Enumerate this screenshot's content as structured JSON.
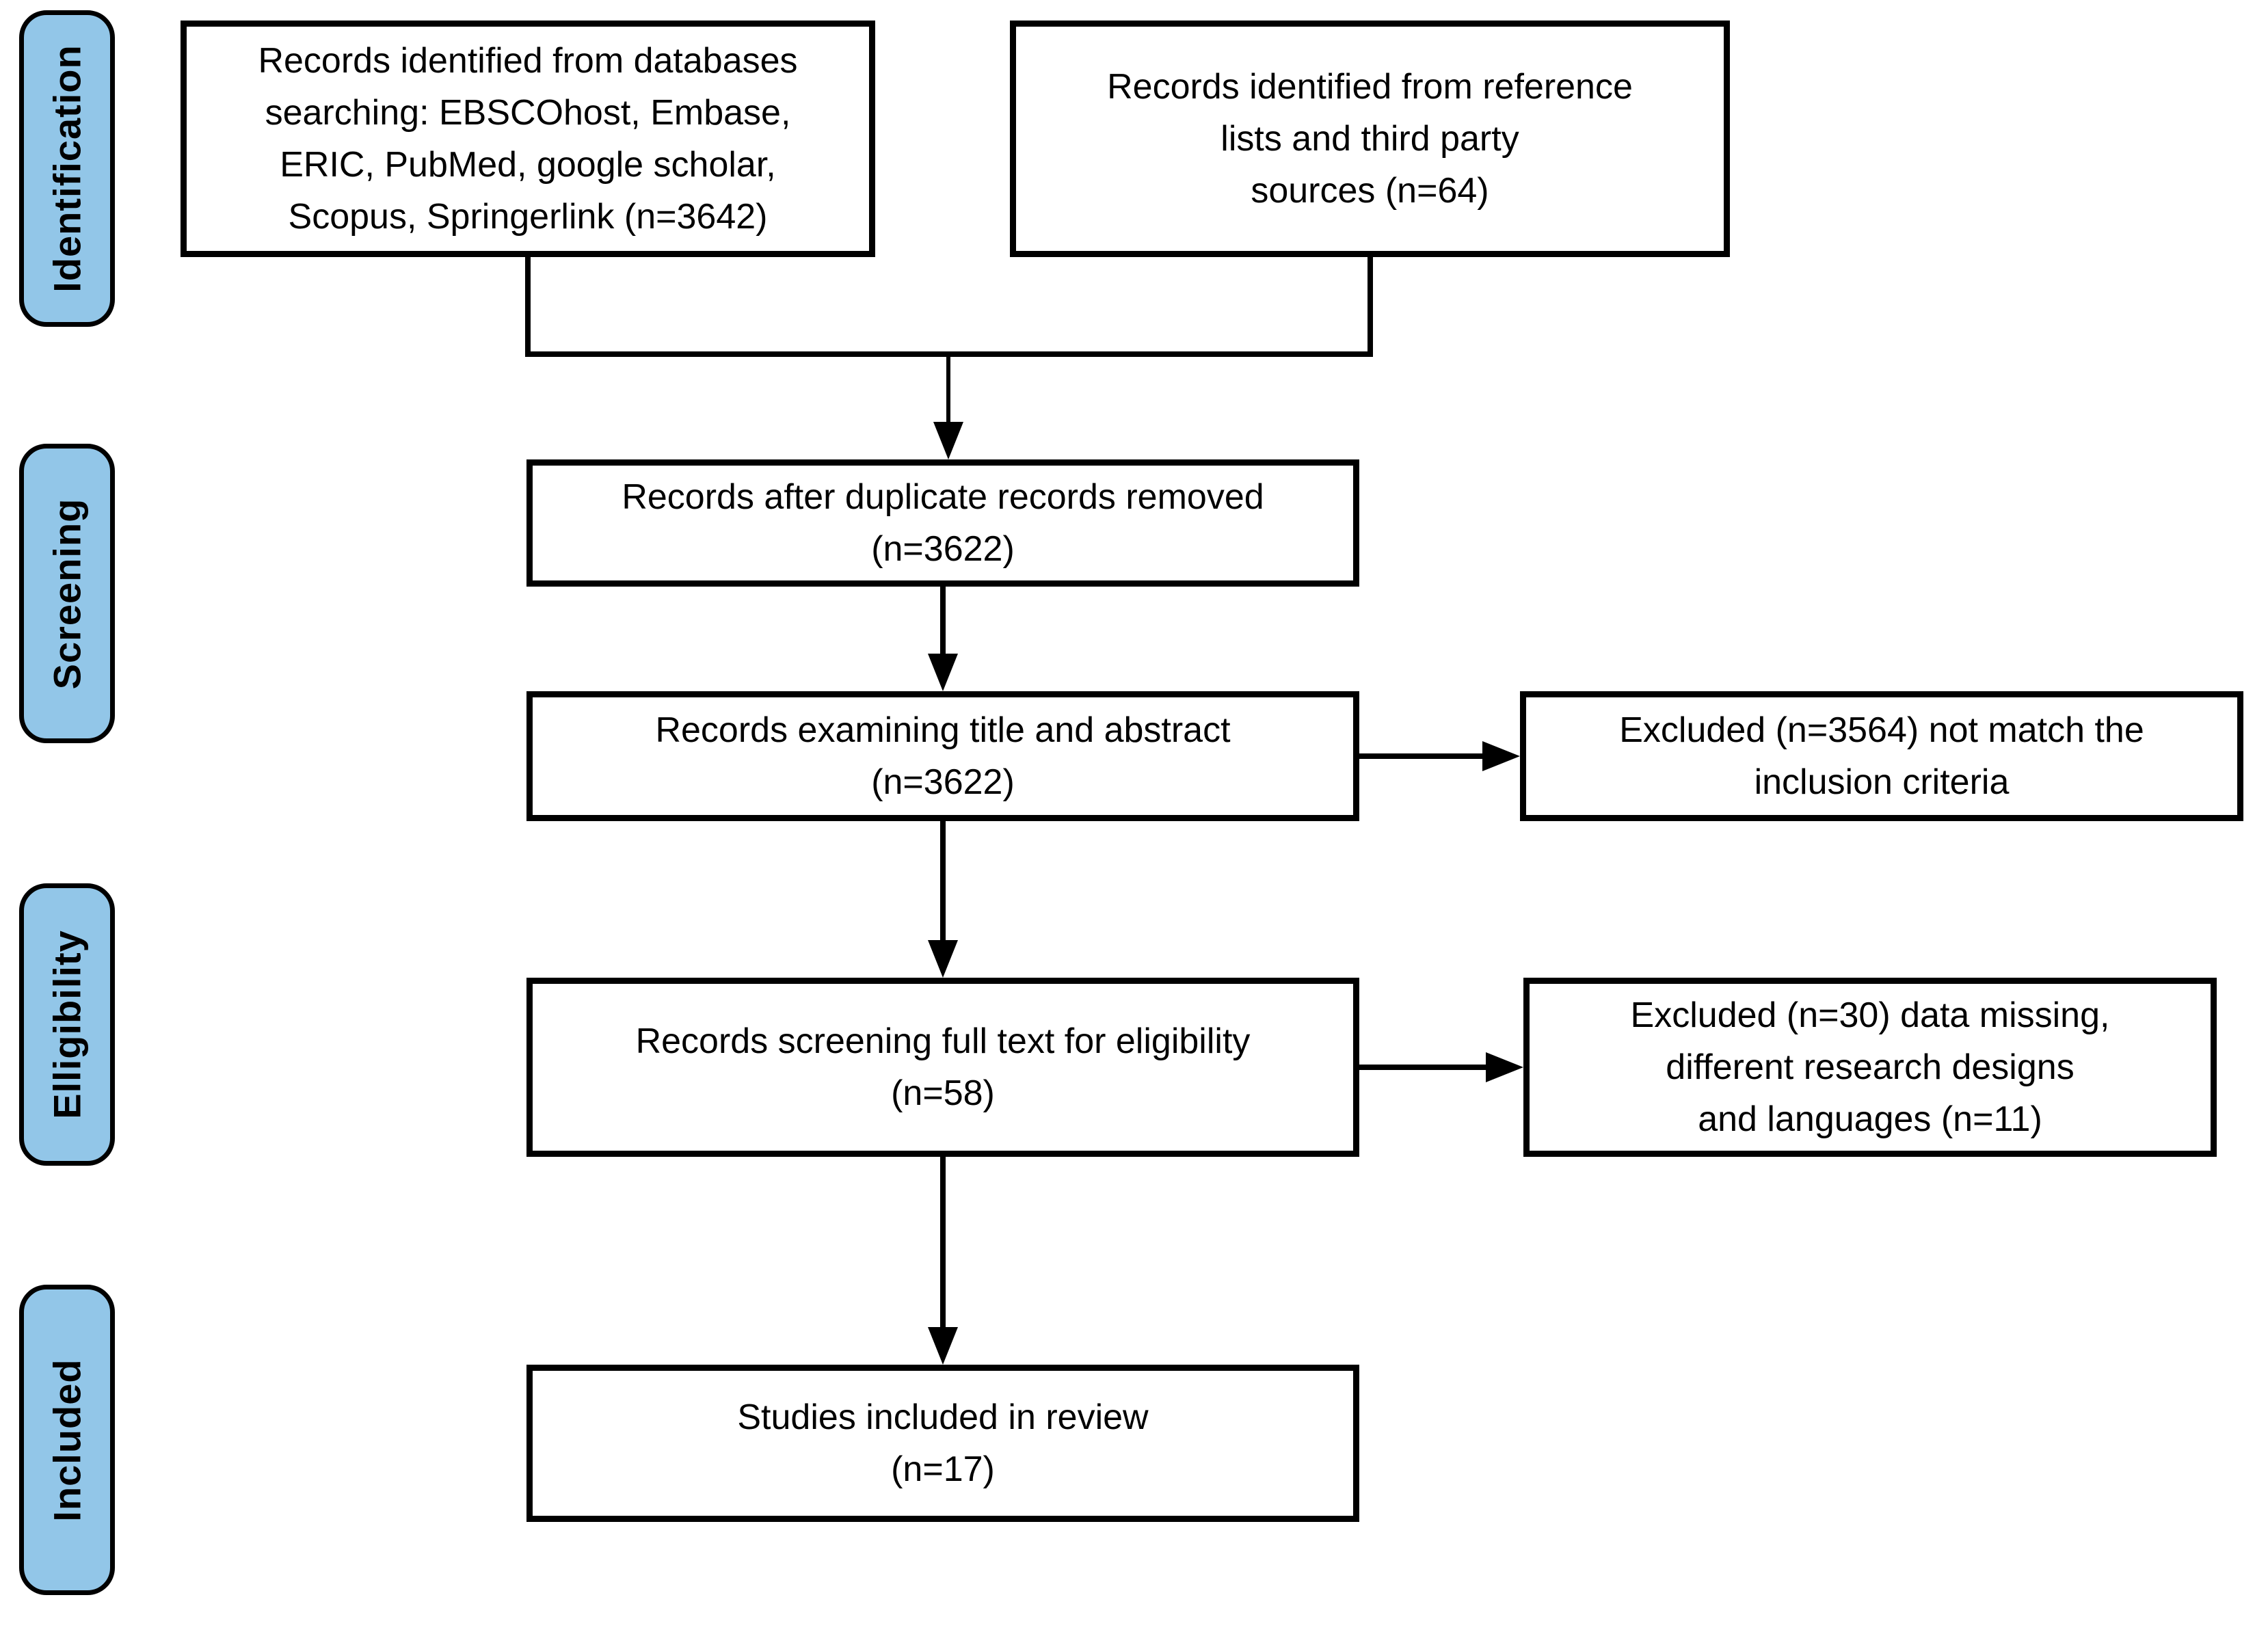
{
  "diagram": {
    "stages": [
      {
        "id": "identification",
        "label": "Identification"
      },
      {
        "id": "screening",
        "label": "Screening"
      },
      {
        "id": "eligibility",
        "label": "Elligibility"
      },
      {
        "id": "included",
        "label": "Included"
      }
    ],
    "boxes": {
      "identified_databases": "Records identified from databases\nsearching: EBSCOhost, Embase,\nERIC, PubMed, google scholar,\nScopus, Springerlink (n=3642)",
      "identified_references": "Records identified from reference\nlists and third party\nsources (n=64)",
      "after_duplicates_removed": "Records after duplicate records removed\n(n=3622)",
      "title_abstract_screening": "Records examining title and abstract\n(n=3622)",
      "excluded_title_abstract": "Excluded (n=3564) not match the\ninclusion criteria",
      "full_text_screening": "Records screening full text for eligibility\n(n=58)",
      "excluded_full_text": "Excluded (n=30) data missing,\ndifferent research designs\nand languages (n=11)",
      "studies_included": "Studies included in review\n(n=17)"
    },
    "colors": {
      "stage_fill": "#92C6E8",
      "line": "#000000",
      "box_fill": "#FFFFFF"
    }
  }
}
